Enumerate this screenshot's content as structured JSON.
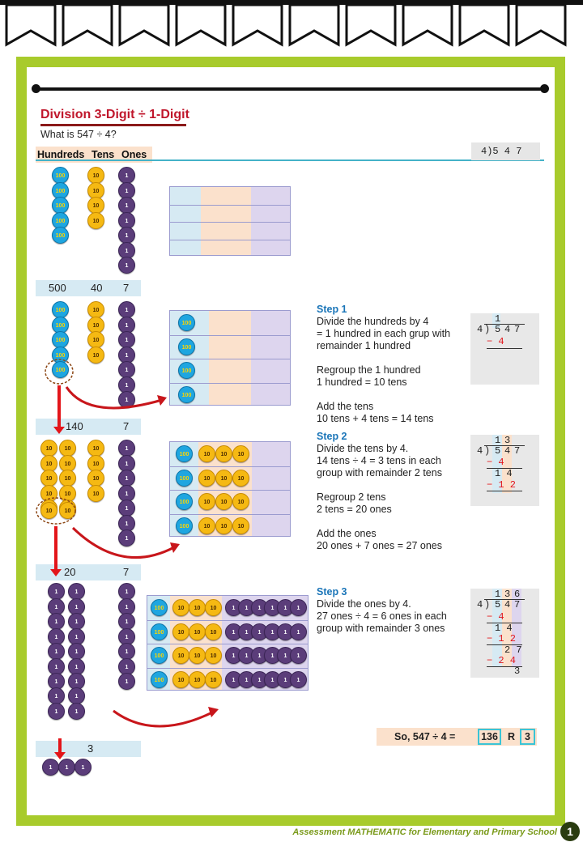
{
  "title": "Division 3-Digit ÷ 1-Digit",
  "question": "What is 547 ÷ 4?",
  "headers": {
    "hundreds": "Hundreds",
    "tens": "Tens",
    "ones": "Ones"
  },
  "long_division_setup": "4)5 4 7",
  "coin_labels": {
    "hundred": "100",
    "ten": "10",
    "one": "1"
  },
  "stage_values": [
    {
      "a": "500",
      "b": "40",
      "c": "7"
    },
    {
      "a": "140",
      "c": "7"
    },
    {
      "a": "20",
      "c": "7"
    },
    {
      "a": "3"
    }
  ],
  "steps": [
    {
      "title": "Step 1",
      "lines": [
        "Divide the hundreds by 4",
        "= 1 hundred in each grup with",
        "remainder 1 hundred",
        "",
        "Regroup the 1 hundred",
        "1 hundred = 10 tens",
        "",
        "Add the tens",
        "10 tens + 4 tens = 14 tens"
      ]
    },
    {
      "title": "Step 2",
      "lines": [
        "Divide the tens by 4.",
        "14 tens ÷  4  =  3 tens in each",
        "group with remainder 2 tens",
        "",
        "Regroup 2 tens",
        "2 tens = 20 ones",
        "",
        "Add the ones",
        "20 ones + 7 ones = 27 ones"
      ]
    },
    {
      "title": "Step 3",
      "lines": [
        "Divide the ones by 4.",
        "27 ones ÷  4  =  6 ones in each",
        "group with remainder 3 ones"
      ]
    }
  ],
  "long_division": {
    "divisor": "4",
    "dividend": [
      "5",
      "4",
      "7"
    ],
    "quotient": [
      "1",
      "3",
      "6"
    ],
    "work": [
      "− 4",
      "1 4",
      "− 1 2",
      "2 7",
      "−  2 4",
      "3"
    ]
  },
  "answer": {
    "label": "So, 547  ÷  4   =",
    "quotient": "136",
    "r": "R",
    "remainder": "3"
  },
  "footer": "Assessment MATHEMATIC for Elementary and Primary School",
  "page_number": "1",
  "colors": {
    "frame": "#a8cb2c",
    "title": "#c0172c",
    "step_title": "#1a75b8",
    "arrow": "#e3151a",
    "hundred_coin": "#1fa6e0",
    "ten_coin": "#f5b913",
    "one_coin": "#5b3d7a"
  }
}
